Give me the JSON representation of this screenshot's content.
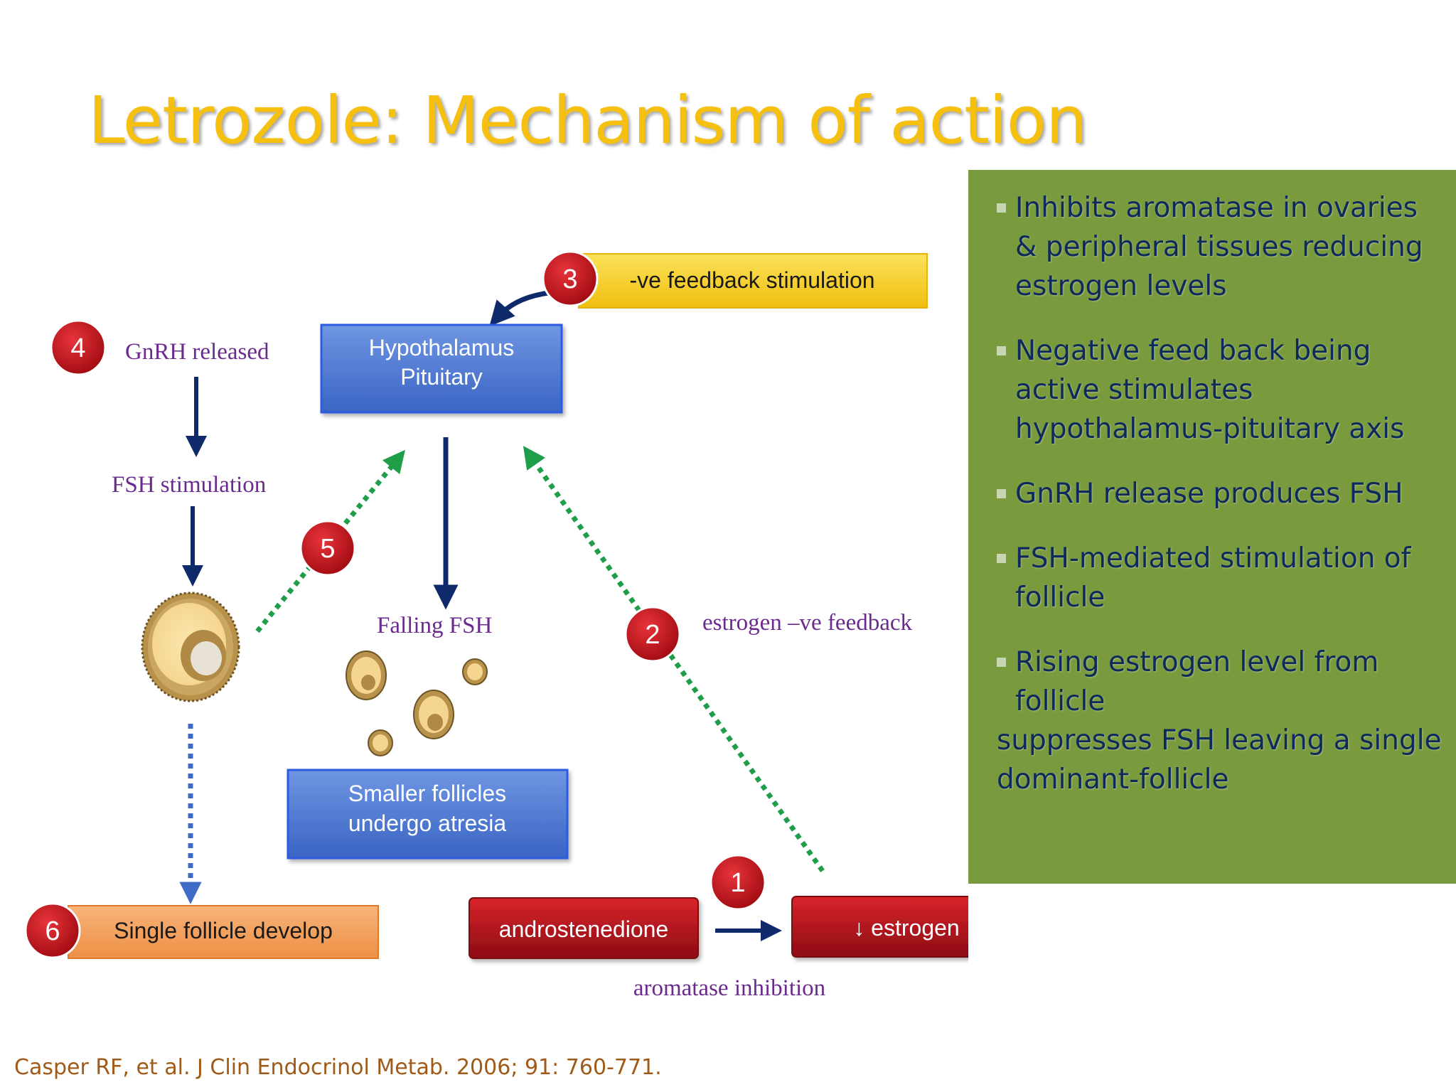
{
  "title": "Letrozole: Mechanism of action",
  "diagram": {
    "feedback_box": "-ve feedback stimulation",
    "hypothalamus_line1": "Hypothalamus",
    "hypothalamus_line2": "Pituitary",
    "gnrh_label": "GnRH released",
    "fsh_stim_label": "FSH stimulation",
    "falling_fsh_label": "Falling FSH",
    "estrogen_feedback_label": "estrogen –ve feedback",
    "atresia_line1": "Smaller follicles",
    "atresia_line2": "undergo atresia",
    "single_follicle": "Single follicle develop",
    "androstenedione": "androstenedione",
    "estrogen": "↓ estrogen",
    "aromatase_label": "aromatase inhibition",
    "badges": [
      "1",
      "2",
      "3",
      "4",
      "5",
      "6"
    ]
  },
  "panel": {
    "bullets": [
      "Inhibits aromatase in ovaries & peripheral tissues reducing estrogen levels",
      "Negative feed back being active stimulates hypothalamus-pituitary axis",
      "GnRH release produces FSH",
      "FSH-mediated stimulation of follicle",
      "Rising estrogen level from follicle"
    ],
    "tail": "suppresses FSH leaving a single dominant-follicle"
  },
  "citation": "Casper RF, et al. J Clin Endocrinol Metab. 2006; 91: 760-771.",
  "colors": {
    "title": "#f6c011",
    "panel_bg": "#7a9a3e",
    "panel_text": "#0e2a5c",
    "badge_red": "#c8121a",
    "box_blue": "#4a78d4",
    "box_red": "#b8141c",
    "box_yellow": "#f7d21c",
    "box_orange": "#f3a05a",
    "arrow_navy": "#0f2a6b",
    "arrow_green": "#1f9e4a",
    "label_purple": "#6a2a8e"
  }
}
